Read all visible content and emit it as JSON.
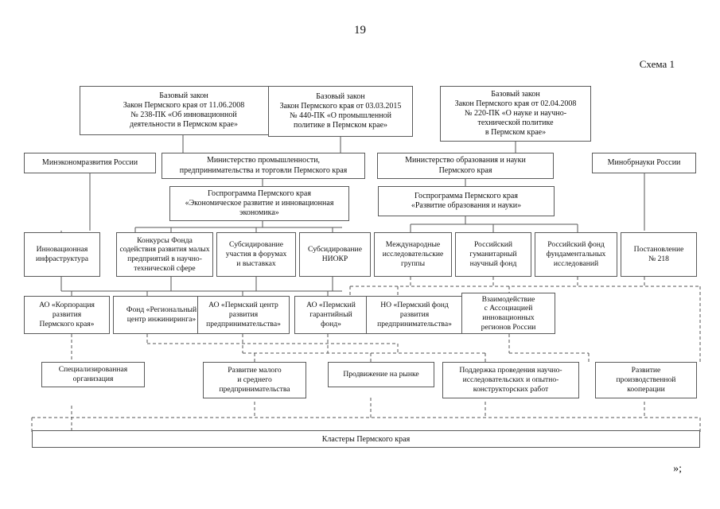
{
  "page": {
    "number": "19",
    "schema_label": "Схема 1",
    "end_mark": "»;"
  },
  "laws": [
    {
      "id": "law-innovation",
      "text": "Базовый закон\nЗакон Пермского края от 11.06.2008\n№ 238-ПК «Об инновационной\nдеятельности в Пермском крае»"
    },
    {
      "id": "law-industry",
      "text": "Базовый закон\nЗакон Пермского края от 03.03.2015\n№ 440-ПК «О промышленной\nполитике в Пермском крае»"
    },
    {
      "id": "law-science",
      "text": "Базовый закон\nЗакон Пермского края от 02.04.2008\n№ 220-ПК «О науке и научно-\nтехнической политике\nв Пермском крае»"
    }
  ],
  "ministries": [
    {
      "id": "minekonomrazvitiya",
      "text": "Минэкономразвития России"
    },
    {
      "id": "minpromtorg-perm",
      "text": "Министерство промышленности,\nпредпринимательства и торговли Пермского края"
    },
    {
      "id": "minobrnauki-perm",
      "text": "Министерство образования и науки\nПермского края"
    },
    {
      "id": "minobrnauki-russia",
      "text": "Минобрнауки России"
    }
  ],
  "programs": [
    {
      "id": "gosprogramma-economy",
      "text": "Госпрограмма Пермского края\n«Экономическое развитие и инновационная\nэкономика»"
    },
    {
      "id": "gosprogramma-education",
      "text": "Госпрограмма Пермского края\n«Развитие образования и науки»"
    }
  ],
  "instruments": [
    {
      "id": "innovation-infrastructure",
      "text": "Инновационная\nинфраструктура"
    },
    {
      "id": "fund-contests",
      "text": "Конкурсы Фонда\nсодействия развития малых\nпредприятий в научно-\nтехнической сфере"
    },
    {
      "id": "subsidy-forums",
      "text": "Субсидирование\nучастия в форумах\nи выставках"
    },
    {
      "id": "subsidy-niokr",
      "text": "Субсидирование\nНИОКР"
    },
    {
      "id": "international-groups",
      "text": "Международные\nисследовательские\nгруппы"
    },
    {
      "id": "rghf",
      "text": "Российский\nгуманитарный\nнаучный фонд"
    },
    {
      "id": "rffi",
      "text": "Российский фонд\nфундаментальных\nисследований"
    },
    {
      "id": "decree-218",
      "text": "Постановление\n№ 218"
    }
  ],
  "organizations": [
    {
      "id": "ao-korporaciya",
      "text": "АО «Корпорация\nразвития\nПермского края»"
    },
    {
      "id": "fond-rci",
      "text": "Фонд «Региональный\nцентр инжиниринга»"
    },
    {
      "id": "ao-pcrp",
      "text": "АО «Пермский центр\nразвития\nпредпринимательства»"
    },
    {
      "id": "ao-guarantee",
      "text": "АО «Пермский\nгарантийный\nфонд»"
    },
    {
      "id": "no-pfrp",
      "text": "НО «Пермский фонд\nразвития\nпредпринимательства»"
    },
    {
      "id": "association-interaction",
      "text": "Взаимодействие\nс Ассоциацией\nинновационных\nрегионов России"
    }
  ],
  "outcomes": [
    {
      "id": "specialized-organization",
      "text": "Специализированная\nорганизация"
    },
    {
      "id": "sme-development",
      "text": "Развитие малого\nи среднего\nпредпринимательства"
    },
    {
      "id": "market-promotion",
      "text": "Продвижение на рынке"
    },
    {
      "id": "rnd-support",
      "text": "Поддержка проведения научно-\nисследовательских и опытно-\nконструкторских работ"
    },
    {
      "id": "production-cooperation",
      "text": "Развитие\nпроизводственной\nкооперации"
    }
  ],
  "footer_band": {
    "id": "clusters",
    "text": "Кластеры Пермского края"
  },
  "colors": {
    "box_border": "#5a5a5a",
    "line": "#555555",
    "text": "#111111",
    "background": "#ffffff"
  }
}
